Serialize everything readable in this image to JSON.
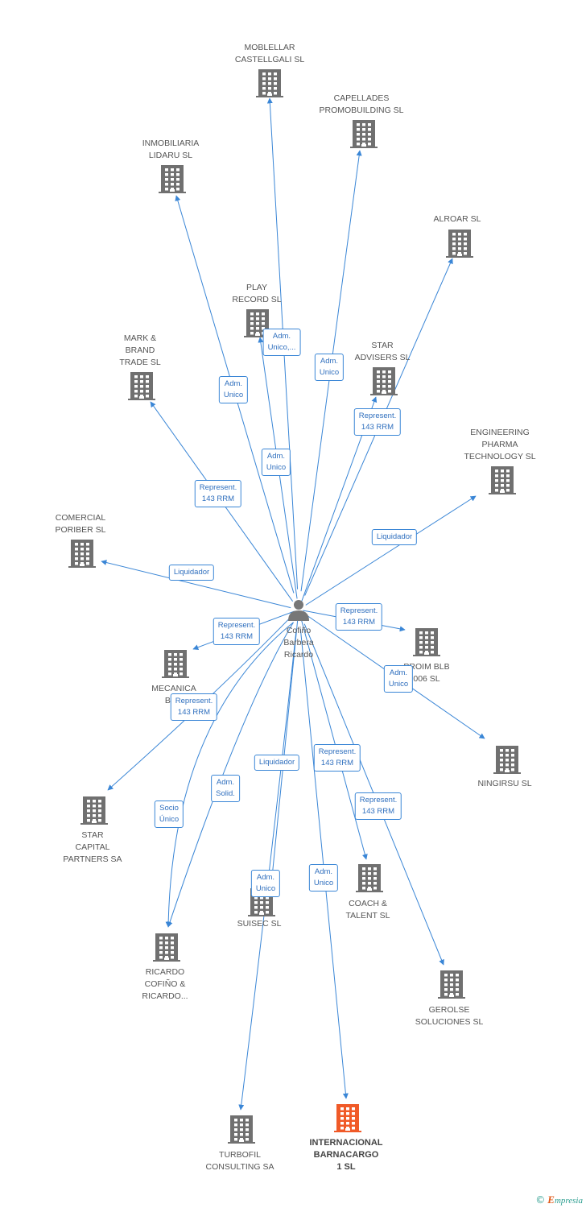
{
  "person": {
    "name_lines": [
      "Cofiño",
      "Barbera",
      "Ricardo"
    ],
    "icon": "person-icon"
  },
  "colors": {
    "edge": "#3a86d6",
    "building": "#707070",
    "highlight": "#f05a28"
  },
  "companies": [
    {
      "id": "moblellar",
      "lines": [
        "MOBLELLAR",
        "CASTELLGALI SL"
      ],
      "icon": "building-icon"
    },
    {
      "id": "capellades",
      "lines": [
        "CAPELLADES",
        "PROMOBUILDING SL"
      ],
      "icon": "building-icon"
    },
    {
      "id": "inmobiliaria",
      "lines": [
        "INMOBILIARIA",
        "LIDARU SL"
      ],
      "icon": "building-icon"
    },
    {
      "id": "alroar",
      "lines": [
        "ALROAR SL"
      ],
      "icon": "building-icon"
    },
    {
      "id": "playrecord",
      "lines": [
        "PLAY",
        "RECORD SL"
      ],
      "icon": "building-icon"
    },
    {
      "id": "markbrand",
      "lines": [
        "MARK &",
        "BRAND",
        "TRADE SL"
      ],
      "icon": "building-icon"
    },
    {
      "id": "staradvisers",
      "lines": [
        "STAR",
        "ADVISERS SL"
      ],
      "icon": "building-icon"
    },
    {
      "id": "engineering",
      "lines": [
        "ENGINEERING",
        "PHARMA",
        "TECHNOLOGY SL"
      ],
      "icon": "building-icon"
    },
    {
      "id": "comercial",
      "lines": [
        "COMERCIAL",
        "PORIBER SL"
      ],
      "icon": "building-icon"
    },
    {
      "id": "mecanica",
      "lines": [
        "MECANICA",
        "BAG"
      ],
      "icon": "building-icon"
    },
    {
      "id": "proim",
      "lines": [
        "PROIM BLB",
        "006 SL"
      ],
      "icon": "building-icon"
    },
    {
      "id": "ningirsu",
      "lines": [
        "NINGIRSU SL"
      ],
      "icon": "building-icon"
    },
    {
      "id": "starcapital",
      "lines": [
        "STAR",
        "CAPITAL",
        "PARTNERS SA"
      ],
      "icon": "building-icon"
    },
    {
      "id": "suisec",
      "lines": [
        "SUISEC SL"
      ],
      "icon": "building-icon"
    },
    {
      "id": "coach",
      "lines": [
        "COACH &",
        "TALENT SL"
      ],
      "icon": "building-icon"
    },
    {
      "id": "ricardo",
      "lines": [
        "RICARDO",
        "COFIÑO &",
        "RICARDO..."
      ],
      "icon": "building-icon"
    },
    {
      "id": "gerolse",
      "lines": [
        "GEROLSE",
        "SOLUCIONES SL"
      ],
      "icon": "building-icon"
    },
    {
      "id": "turbofil",
      "lines": [
        "TURBOFIL",
        "CONSULTING SA"
      ],
      "icon": "building-icon"
    },
    {
      "id": "internacional",
      "lines": [
        "INTERNACIONAL",
        "BARNACARGO",
        "1 SL"
      ],
      "icon": "building-icon",
      "highlight": true
    }
  ],
  "relations": [
    {
      "to": "moblellar",
      "lines": [
        "Adm.",
        "Unico,..."
      ]
    },
    {
      "to": "capellades",
      "lines": [
        "Adm.",
        "Unico"
      ]
    },
    {
      "to": "inmobiliaria",
      "lines": [
        "Adm.",
        "Unico"
      ]
    },
    {
      "to": "playrecord",
      "lines": [
        "Adm.",
        "Unico"
      ]
    },
    {
      "to": "alroar",
      "lines": [
        "Represent.",
        "143 RRM"
      ]
    },
    {
      "to": "staradvisers",
      "lines": [
        "Represent.",
        "143 RRM"
      ]
    },
    {
      "to": "markbrand",
      "lines": [
        "Represent.",
        "143 RRM"
      ]
    },
    {
      "to": "engineering",
      "lines": [
        "Liquidador"
      ]
    },
    {
      "to": "comercial",
      "lines": [
        "Liquidador"
      ]
    },
    {
      "to": "mecanica",
      "lines": [
        "Represent.",
        "143 RRM"
      ]
    },
    {
      "to": "proim",
      "lines": [
        "Represent.",
        "143 RRM"
      ]
    },
    {
      "to": "ningirsu",
      "lines": [
        "Adm.",
        "Unico"
      ]
    },
    {
      "to": "starcapital",
      "lines": [
        "Represent.",
        "143 RRM"
      ]
    },
    {
      "to": "ricardo",
      "lines": [
        "Socio",
        "Único"
      ]
    },
    {
      "to": "ricardo",
      "lines": [
        "Adm.",
        "Solid."
      ]
    },
    {
      "to": "suisec",
      "lines": [
        "Liquidador"
      ]
    },
    {
      "to": "turbofil",
      "lines": [
        "Adm.",
        "Unico"
      ]
    },
    {
      "to": "internacional",
      "lines": [
        "Adm.",
        "Unico"
      ]
    },
    {
      "to": "coach",
      "lines": [
        "Represent.",
        "143 RRM"
      ]
    },
    {
      "to": "gerolse",
      "lines": [
        "Represent.",
        "143 RRM"
      ]
    }
  ],
  "footer": {
    "copyright": "©",
    "brand_first": "E",
    "brand_rest": "mpresia"
  }
}
